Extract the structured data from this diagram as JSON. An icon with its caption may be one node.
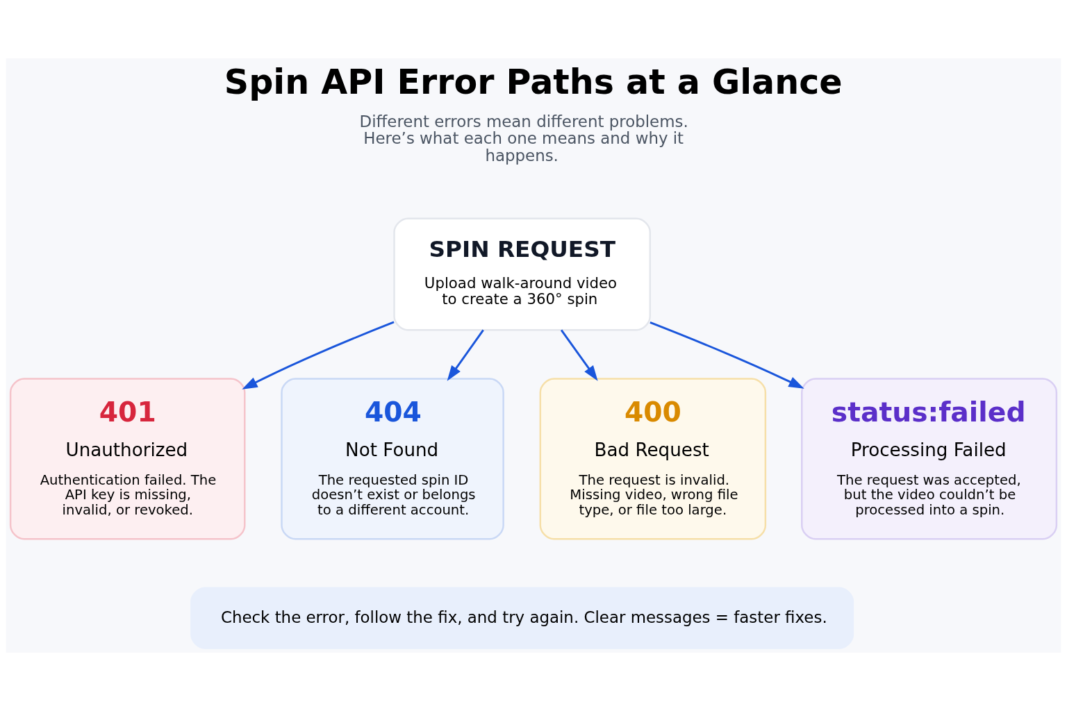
{
  "diagram": {
    "title": "Spin API Error Paths at a Glance",
    "nodes": [
      {
        "text": [
          "SPIN REQUEST",
          "Upload walk-around video to create a 360° spin"
        ]
      },
      {
        "text": [
          "401",
          "Unauthorized",
          "Authentication failed. The API key is missing, invalid, or revoked."
        ]
      },
      {
        "text": [
          "404",
          "Not Found",
          "The requested spin ID doesn’t exist or belongs to a different account."
        ]
      },
      {
        "text": [
          "400",
          "Bad Request",
          "The request is invalid. Missing video, wrong file type, or file too large."
        ]
      },
      {
        "text": [
          "status:failed",
          "Processing Failed",
          "The request was accepted, but the video couldn’t be processed into a spin."
        ]
      },
      {
        "text": [
          "Check the error, follow the fix, and try again. Clear messages = faster fixes."
        ]
      }
    ],
    "edges": [
      {
        "from": 0,
        "to": 1,
        "arrow": "to"
      },
      {
        "from": 0,
        "to": 2,
        "arrow": "to"
      },
      {
        "from": 0,
        "to": 3,
        "arrow": "to"
      },
      {
        "from": 0,
        "to": 4,
        "arrow": "to"
      }
    ],
    "labels": [
      "Different errors mean different problems. Here’s what each one means and why it happens."
    ]
  }
}
